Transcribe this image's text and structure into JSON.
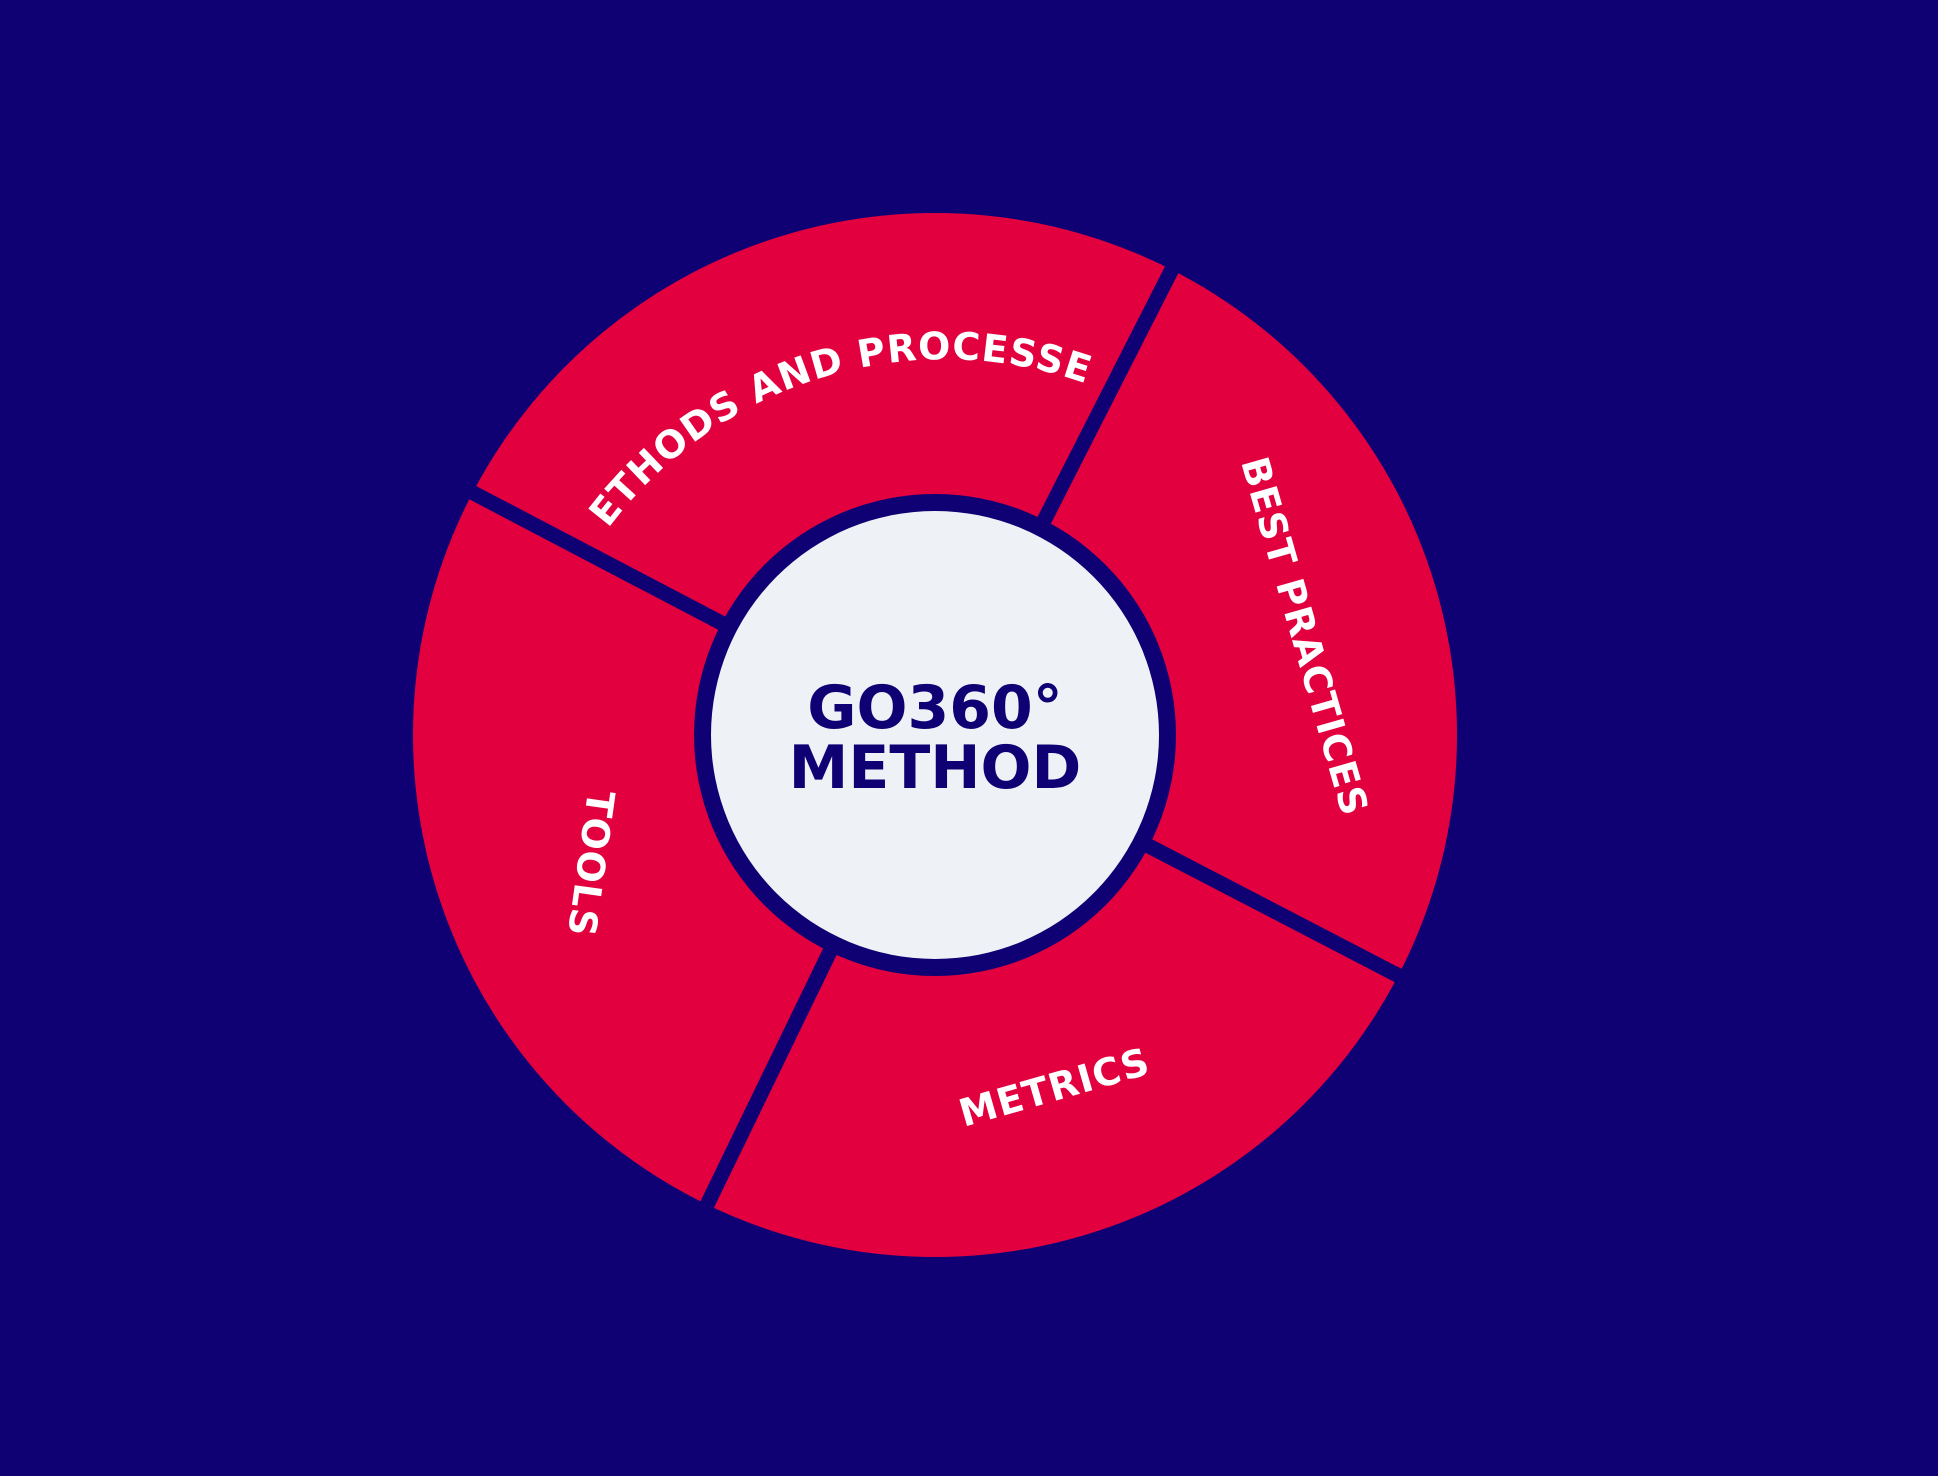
{
  "diagram": {
    "center": {
      "line1": "GO360°",
      "line2": "METHOD"
    },
    "segments": [
      {
        "label": "METHODS AND PROCESSES"
      },
      {
        "label": "BEST PRACTICES"
      },
      {
        "label": "METRICS"
      },
      {
        "label": "TOOLS"
      }
    ]
  },
  "colors": {
    "background": "#0f0073",
    "segment_fill": "#e3003f",
    "center_fill": "#eef1f5",
    "text_light": "#ffffff",
    "text_dark": "#0f0073"
  }
}
